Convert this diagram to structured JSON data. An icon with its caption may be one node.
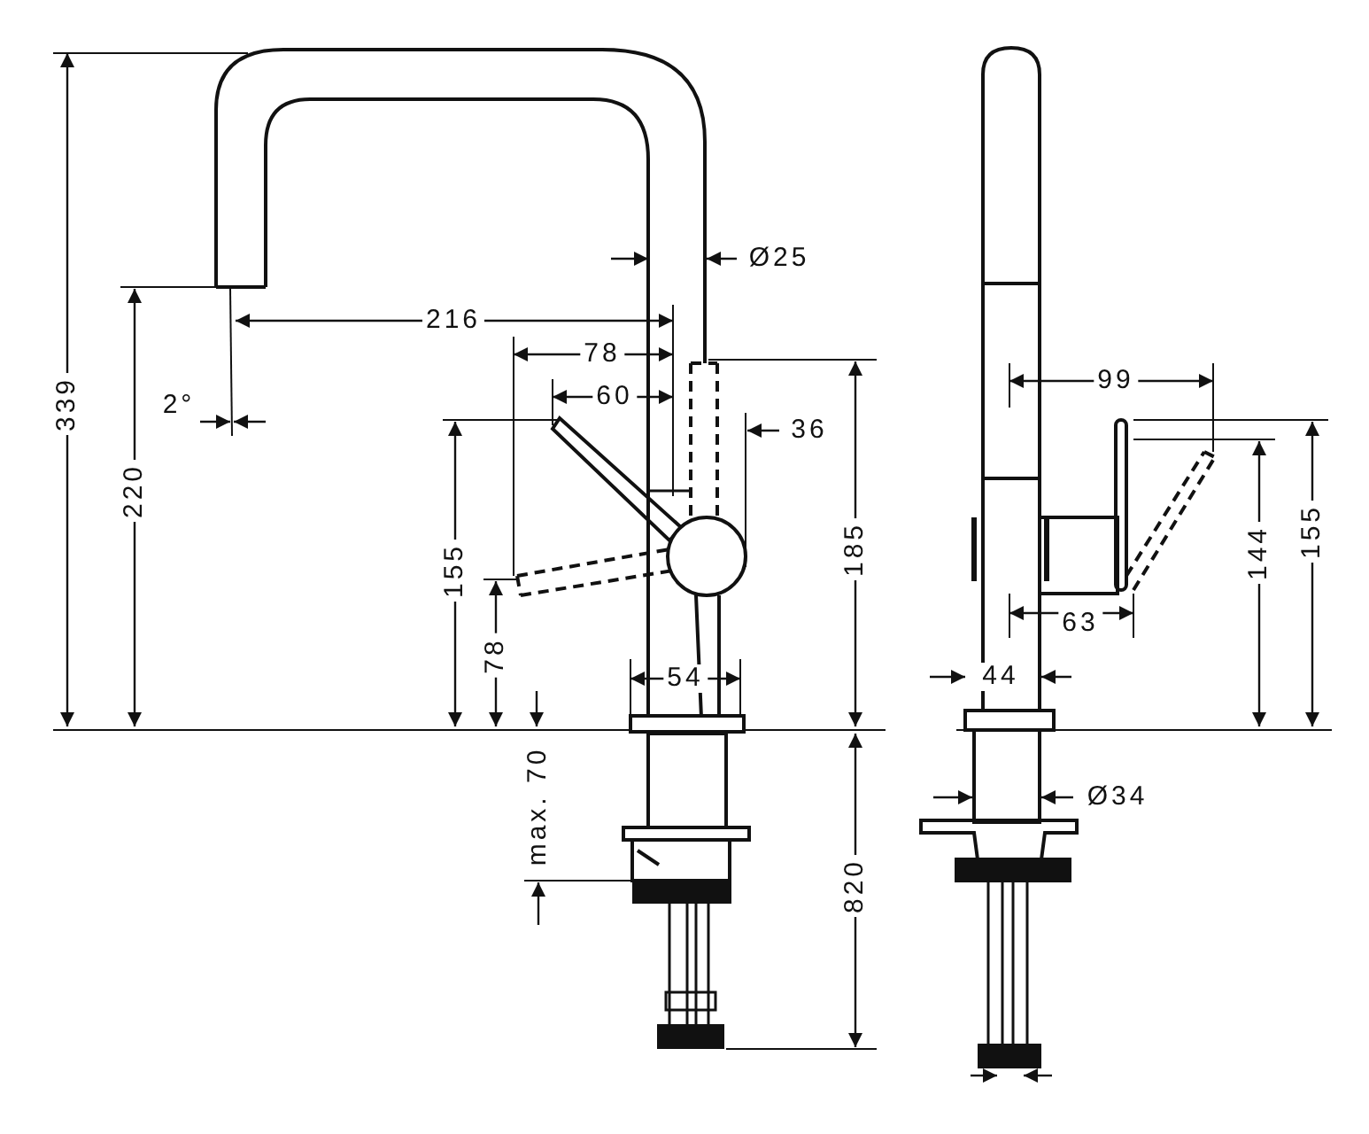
{
  "diagram": {
    "labels": [
      "339",
      "Ø25",
      "216",
      "78",
      "60",
      "2°",
      "36",
      "220",
      "185",
      "99",
      "155",
      "155",
      "144",
      "78",
      "63",
      "54",
      "44",
      "max. 70",
      "Ø34",
      "820"
    ]
  }
}
